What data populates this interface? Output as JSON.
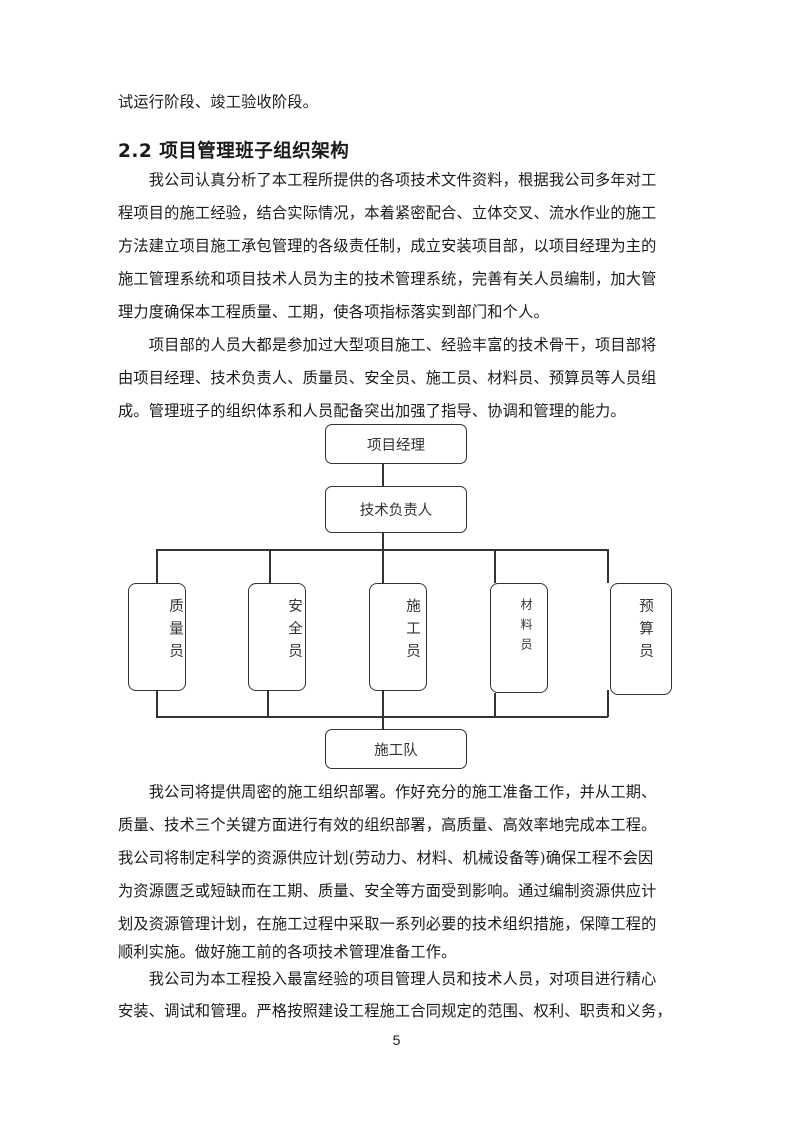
{
  "document": {
    "continuation_line": "试运行阶段、竣工验收阶段。",
    "section_heading": "2.2 项目管理班子组织架构",
    "paragraph1": [
      "　　我公司认真分析了本工程所提供的各项技术文件资料，根据我公司多年对工",
      "程项目的施工经验，结合实际情况，本着紧密配合、立体交叉、流水作业的施工",
      "方法建立项目施工承包管理的各级责任制，成立安装项目部，以项目经理为主的",
      "施工管理系统和项目技术人员为主的技术管理系统，完善有关人员编制，加大管",
      "理力度确保本工程质量、工期，使各项指标落实到部门和个人。"
    ],
    "paragraph2": [
      "　　项目部的人员大都是参加过大型项目施工、经验丰富的技术骨干，项目部将",
      "由项目经理、技术负责人、质量员、安全员、施工员、材料员、预算员等人员组",
      "成。管理班子的组织体系和人员配备突出加强了指导、协调和管理的能力。"
    ],
    "paragraph3": [
      "　　我公司将提供周密的施工组织部署。作好充分的施工准备工作，并从工期、",
      "质量、技术三个关键方面进行有效的组织部署，高质量、高效率地完成本工程。",
      "我公司将制定科学的资源供应计划(劳动力、材料、机械设备等)确保工程不会因",
      "为资源匮乏或短缺而在工期、质量、安全等方面受到影响。通过编制资源供应计",
      "划及资源管理计划，在施工过程中采取一系列必要的技术组织措施，保障工程的",
      "顺利实施。做好施工前的各项技术管理准备工作。"
    ],
    "paragraph4": [
      "　　我公司为本工程投入最富经验的项目管理人员和技术人员，对项目进行精心",
      "安装、调试和管理。严格按照建设工程施工合同规定的范围、权利、职责和义务，"
    ],
    "page_number": "5"
  },
  "org_chart": {
    "top": "项目经理",
    "second": "技术负责人",
    "staff": [
      "质量员",
      "安全员",
      "施工员",
      "材料员",
      "预算员"
    ],
    "bottom": "施工队"
  }
}
